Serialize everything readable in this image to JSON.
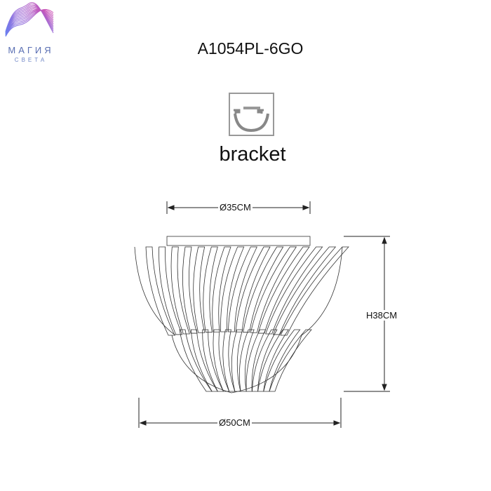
{
  "logo": {
    "name": "МАГИЯ",
    "subtitle": "СВЕТА"
  },
  "model": "A1054PL-6GO",
  "mount": {
    "icon": "bracket-icon",
    "label": "bracket"
  },
  "dimensions": {
    "canopy_diameter": "Ø35CM",
    "height": "H38CM",
    "diameter": "Ø50CM"
  }
}
